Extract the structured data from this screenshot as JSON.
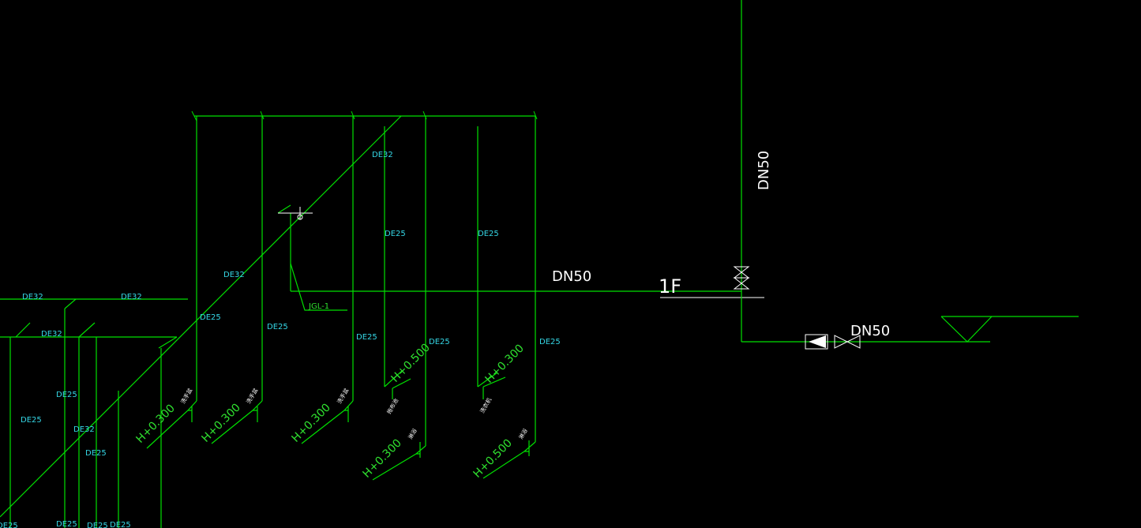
{
  "drawing": {
    "background": "#000000",
    "pipe_color": "#00e000",
    "size_label_color": "#35d7e6",
    "elevation_label_color": "#2fe02f",
    "symbol_color": "#ffffff"
  },
  "labels": {
    "main_dn50": "DN50",
    "vertical_dn50": "DN50",
    "outlet_dn50": "DN50",
    "floor": "1F",
    "riser": "JGL-1",
    "de32_a": "DE32",
    "de32_b": "DE32",
    "de32_c": "DE32",
    "de32_d": "DE32",
    "de32_e": "DE32",
    "de32_f": "DE32",
    "de25_a": "DE25",
    "de25_b": "DE25",
    "de25_c": "DE25",
    "de25_d": "DE25",
    "de25_e": "DE25",
    "de25_f": "DE25",
    "de25_g": "DE25",
    "de25_h": "DE25",
    "de25_i": "DE25",
    "de25_j": "DE25",
    "de25_k": "DE25",
    "de25_l": "DE25",
    "de25_m": "DE25",
    "de25_n": "DE25",
    "elev_1": "H+0.300",
    "elev_2": "H+0.300",
    "elev_3": "H+0.300",
    "elev_4": "H+0.500",
    "elev_5": "H+0.300",
    "elev_6": "H+0.300",
    "elev_7": "H+0.500"
  },
  "fixture_tags": [
    "洗手盆",
    "洗手盆",
    "洗手盆",
    "拖布池",
    "淋浴",
    "洗衣机",
    "淋浴"
  ]
}
